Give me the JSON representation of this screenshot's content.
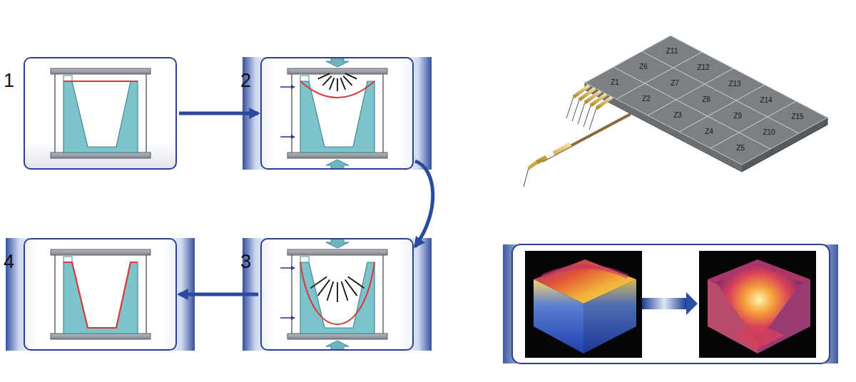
{
  "diagram": {
    "nodes": [
      {
        "text": [
          "1"
        ]
      },
      {
        "text": [
          "2"
        ]
      },
      {
        "text": [
          "3"
        ]
      },
      {
        "text": [
          "4"
        ]
      },
      {
        "text": [
          "Z1"
        ]
      },
      {
        "text": [
          "Z2"
        ]
      },
      {
        "text": [
          "Z3"
        ]
      },
      {
        "text": [
          "Z4"
        ]
      },
      {
        "text": [
          "Z5"
        ]
      },
      {
        "text": [
          "Z6"
        ]
      },
      {
        "text": [
          "Z7"
        ]
      },
      {
        "text": [
          "Z8"
        ]
      },
      {
        "text": [
          "Z9"
        ]
      },
      {
        "text": [
          "Z10"
        ]
      },
      {
        "text": [
          "Z11"
        ]
      },
      {
        "text": [
          "Z12"
        ]
      },
      {
        "text": [
          "Z13"
        ]
      },
      {
        "text": [
          "Z14"
        ]
      },
      {
        "text": [
          "Z15"
        ]
      }
    ],
    "edges": [
      {
        "from": 0,
        "to": 1,
        "arrow": "to"
      },
      {
        "from": 1,
        "to": 2,
        "arrow": "to"
      },
      {
        "from": 2,
        "to": 3,
        "arrow": "to"
      }
    ]
  }
}
